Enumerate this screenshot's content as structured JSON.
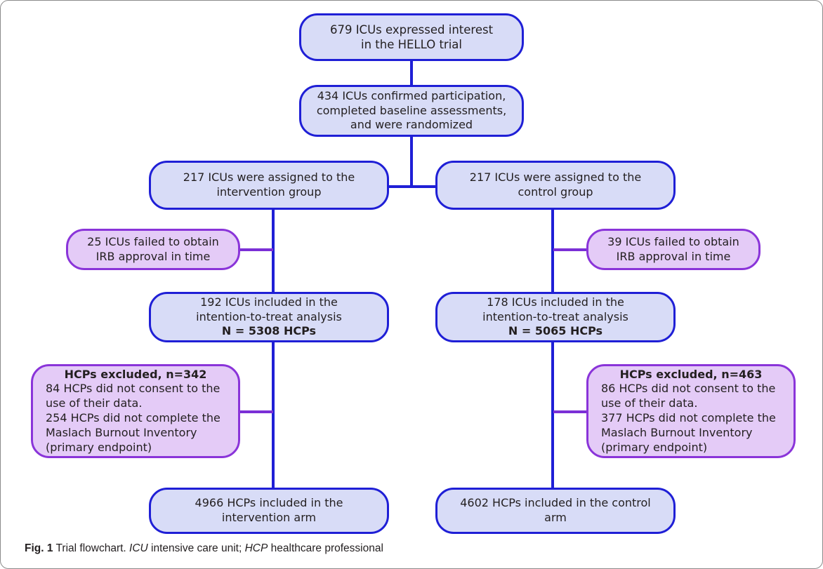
{
  "figure": {
    "caption_label": "Fig. 1",
    "caption_text_1": "Trial flowchart.",
    "caption_abbr_1": "ICU",
    "caption_text_2": "intensive care unit;",
    "caption_abbr_2": "HCP",
    "caption_text_3": "healthcare professional"
  },
  "colors": {
    "blue_border": "#1f1fd6",
    "blue_fill": "#d8dcf7",
    "purple_border": "#8a34d9",
    "purple_fill": "#e4cbf7",
    "text": "#231f20",
    "frame": "#8b8b8b"
  },
  "nodes": {
    "interest": {
      "line1": "679 ICUs expressed interest",
      "line2": "in the HELLO trial"
    },
    "randomized": {
      "line1": "434 ICUs confirmed participation,",
      "line2": "completed baseline assessments,",
      "line3": "and were randomized"
    },
    "intervention_assigned": {
      "line1": "217 ICUs were assigned to the",
      "line2": "intervention group"
    },
    "control_assigned": {
      "line1": "217 ICUs were assigned to the",
      "line2": "control group"
    },
    "intervention_irb": {
      "line1": "25 ICUs failed to obtain",
      "line2": "IRB approval in time"
    },
    "control_irb": {
      "line1": "39 ICUs failed to obtain",
      "line2": "IRB approval in time"
    },
    "intervention_itt": {
      "line1": "192 ICUs included in the",
      "line2": "intention-to-treat analysis",
      "line3": "N = 5308 HCPs"
    },
    "control_itt": {
      "line1": "178 ICUs included in the",
      "line2": "intention-to-treat analysis",
      "line3": "N = 5065 HCPs"
    },
    "intervention_excluded": {
      "header": "HCPs excluded, n=342",
      "line1": "84 HCPs did not consent to the use of their data.",
      "line2": "254 HCPs did not complete the Maslach Burnout Inventory (primary endpoint)"
    },
    "control_excluded": {
      "header": "HCPs excluded, n=463",
      "line1": "86 HCPs did not consent to the use of their data.",
      "line2": "377 HCPs did not complete the Maslach Burnout Inventory (primary endpoint)"
    },
    "intervention_final": {
      "line1": "4966 HCPs included in the",
      "line2": "intervention arm"
    },
    "control_final": {
      "line1": "4602 HCPs included in the control",
      "line2": "arm"
    }
  }
}
